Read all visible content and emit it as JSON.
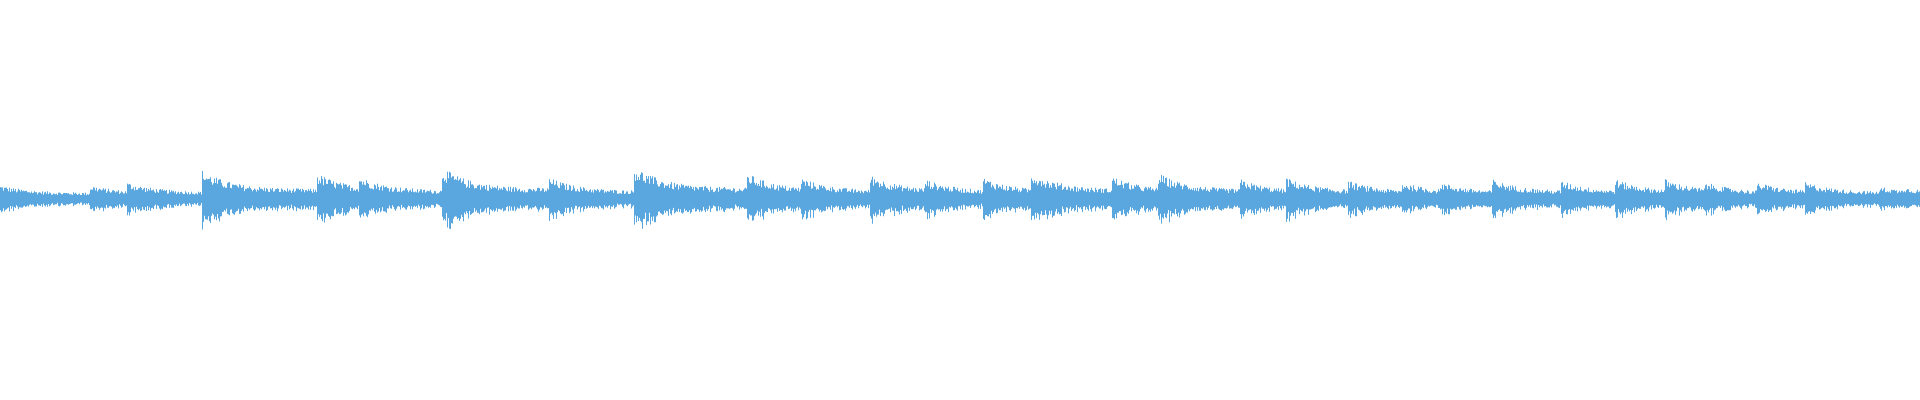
{
  "waveform": {
    "color": "#5aa6df",
    "background": "#ffffff",
    "duration_fraction_markers": [
      0.0,
      0.047,
      0.066,
      0.105,
      0.165,
      0.187,
      0.23,
      0.286,
      0.33,
      0.389,
      0.417,
      0.453,
      0.482,
      0.512,
      0.537,
      0.579,
      0.603,
      0.646,
      0.67,
      0.702,
      0.73,
      0.75,
      0.777,
      0.813,
      0.841,
      0.867,
      0.888,
      0.915,
      0.94,
      0.979,
      0.99
    ],
    "onset_strengths": [
      0.35,
      0.35,
      0.45,
      0.85,
      0.75,
      0.65,
      0.95,
      0.6,
      1.0,
      0.75,
      0.6,
      0.7,
      0.55,
      0.6,
      0.8,
      0.65,
      0.75,
      0.55,
      0.6,
      0.5,
      0.45,
      0.45,
      0.55,
      0.5,
      0.55,
      0.55,
      0.45,
      0.45,
      0.45,
      0.3,
      0.3
    ]
  }
}
